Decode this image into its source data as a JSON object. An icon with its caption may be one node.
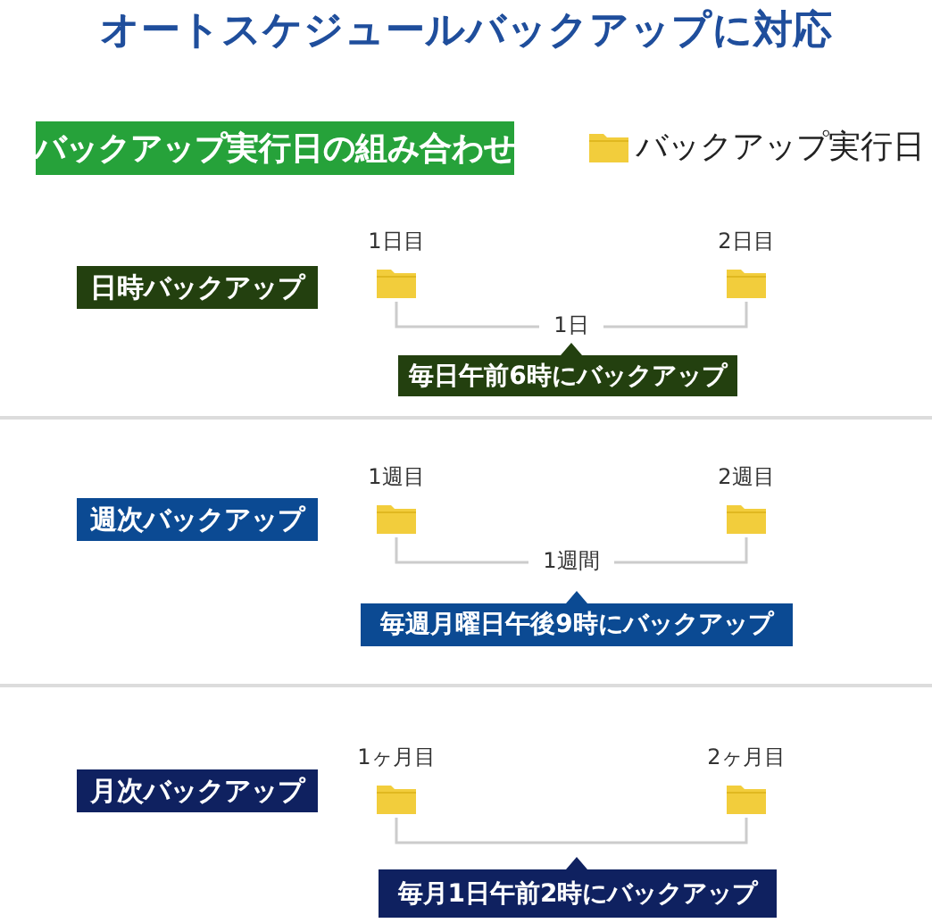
{
  "diagram": {
    "title": "オートスケジュールバックアップに対応",
    "nodes": [
      {
        "text": [
          "バックアップ実行日の組み合わせ"
        ]
      },
      {
        "text": [
          "日時バックアップ"
        ]
      },
      {
        "text": [
          "1日目"
        ]
      },
      {
        "text": [
          "2日目"
        ]
      },
      {
        "text": [
          "毎日午前6時にバックアップ"
        ]
      },
      {
        "text": [
          "週次バックアップ"
        ]
      },
      {
        "text": [
          "1週目"
        ]
      },
      {
        "text": [
          "2週目"
        ]
      },
      {
        "text": [
          "毎週月曜日午後9時にバックアップ"
        ]
      },
      {
        "text": [
          "月次バックアップ"
        ]
      },
      {
        "text": [
          "1ヶ月目"
        ]
      },
      {
        "text": [
          "2ヶ月目"
        ]
      },
      {
        "text": [
          "毎月1日午前2時にバックアップ"
        ]
      }
    ],
    "edges": [
      {
        "from": 2,
        "to": 3,
        "arrow": "none",
        "label": "1日"
      },
      {
        "from": 6,
        "to": 7,
        "arrow": "none",
        "label": "1週間"
      },
      {
        "from": 10,
        "to": 11,
        "arrow": "none"
      }
    ],
    "legend": [
      {
        "text": "バックアップ実行日"
      }
    ]
  }
}
